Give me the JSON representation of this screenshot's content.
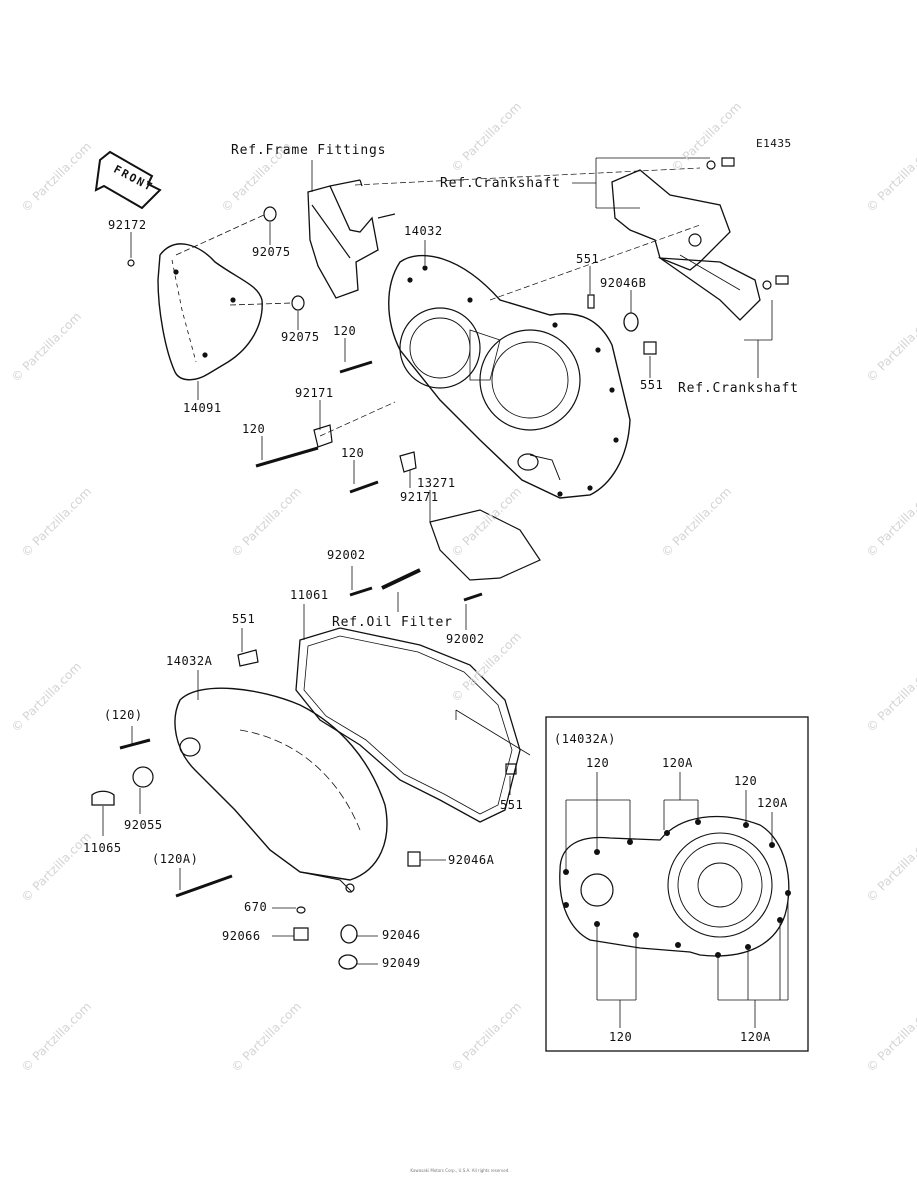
{
  "diagram_code": "E1435",
  "front_label": "FRONT",
  "refs": {
    "frame_fittings": "Ref.Frame Fittings",
    "crankshaft_top": "Ref.Crankshaft",
    "crankshaft_right": "Ref.Crankshaft",
    "oil_filter": "Ref.Oil Filter"
  },
  "parts": {
    "p92172": "92172",
    "p92075_a": "92075",
    "p92075_b": "92075",
    "p14091": "14091",
    "p14032": "14032",
    "p551_a": "551",
    "p92046b": "92046B",
    "p551_b": "551",
    "p120_a": "120",
    "p92171_a": "92171",
    "p120_b": "120",
    "p120_c": "120",
    "p92171_b": "92171",
    "p13271": "13271",
    "p92002_a": "92002",
    "p11061": "11061",
    "p92002_b": "92002",
    "p551_c": "551",
    "p14032a": "14032A",
    "p120_paren": "(120)",
    "p92055": "92055",
    "p11065": "11065",
    "p120a_paren": "(120A)",
    "p551_d": "551",
    "p92046a": "92046A",
    "p670": "670",
    "p92066": "92066",
    "p92046": "92046",
    "p92049": "92049"
  },
  "inset": {
    "title": "(14032A)",
    "l120_tl": "120",
    "l120a_tm": "120A",
    "l120_tr": "120",
    "l120a_tr": "120A",
    "l120_bottom": "120",
    "l120a_bottom": "120A"
  },
  "watermark": "© Partzilla.com",
  "footer": "Kawasaki Motors Corp., U.S.A. All rights reserved."
}
